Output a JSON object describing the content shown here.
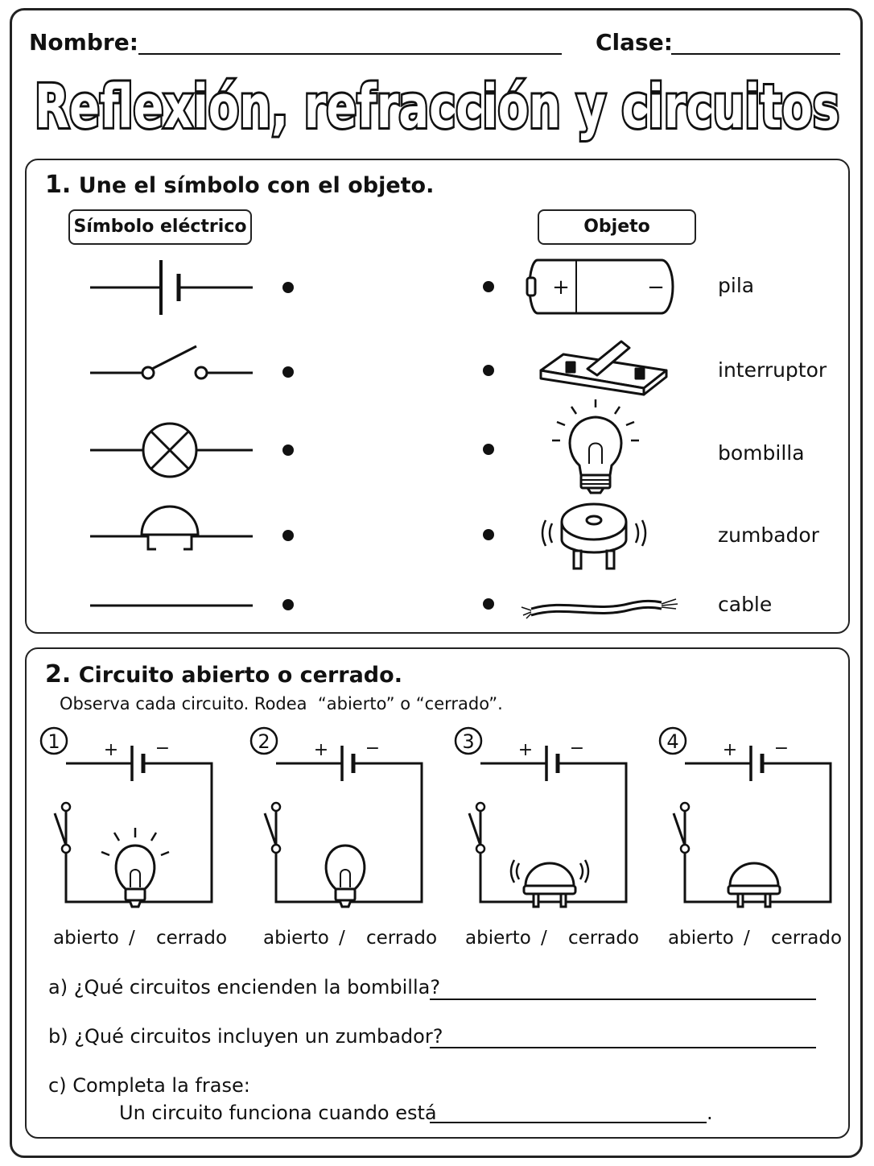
{
  "header": {
    "name_label": "Nombre:",
    "class_label": "Clase:",
    "title": "Reflexión, refracción y circuitos"
  },
  "section1": {
    "number": "1.",
    "title": "Une el símbolo con el objeto.",
    "symbol_header": "Símbolo eléctrico",
    "object_header": "Objeto",
    "objects": [
      {
        "label": "pila",
        "icon": "battery-icon",
        "symbol": "battery-symbol",
        "plus": "+",
        "minus": "−"
      },
      {
        "label": "interruptor",
        "icon": "switch-icon",
        "symbol": "switch-symbol"
      },
      {
        "label": "bombilla",
        "icon": "light-bulb-icon",
        "symbol": "lamp-symbol"
      },
      {
        "label": "zumbador",
        "icon": "buzzer-icon",
        "symbol": "buzzer-symbol"
      },
      {
        "label": "cable",
        "icon": "wire-icon",
        "symbol": "wire-symbol"
      }
    ]
  },
  "section2": {
    "number": "2.",
    "title": "Circuito abierto o cerrado.",
    "instruction": "Observa cada circuito. Rodea  “abierto” o “cerrado”.",
    "circuits": [
      {
        "number": "1",
        "plus": "+",
        "minus": "−",
        "component": "bulb",
        "lit": true,
        "open_label": "abierto",
        "separator": "/",
        "closed_label": "cerrado"
      },
      {
        "number": "2",
        "plus": "+",
        "minus": "−",
        "component": "bulb",
        "lit": false,
        "open_label": "abierto",
        "separator": "/",
        "closed_label": "cerrado"
      },
      {
        "number": "3",
        "plus": "+",
        "minus": "−",
        "component": "buzzer",
        "lit": true,
        "open_label": "abierto",
        "separator": "/",
        "closed_label": "cerrado"
      },
      {
        "number": "4",
        "plus": "+",
        "minus": "−",
        "component": "buzzer",
        "lit": false,
        "open_label": "abierto",
        "separator": "/",
        "closed_label": "cerrado"
      }
    ],
    "questions": {
      "a": "a) ¿Qué circuitos encienden la bombilla?",
      "b": "b) ¿Qué circuitos incluyen un zumbador?",
      "c": "c) Completa la frase:",
      "c_sentence": "Un circuito funciona cuando está",
      "c_end": "."
    }
  }
}
